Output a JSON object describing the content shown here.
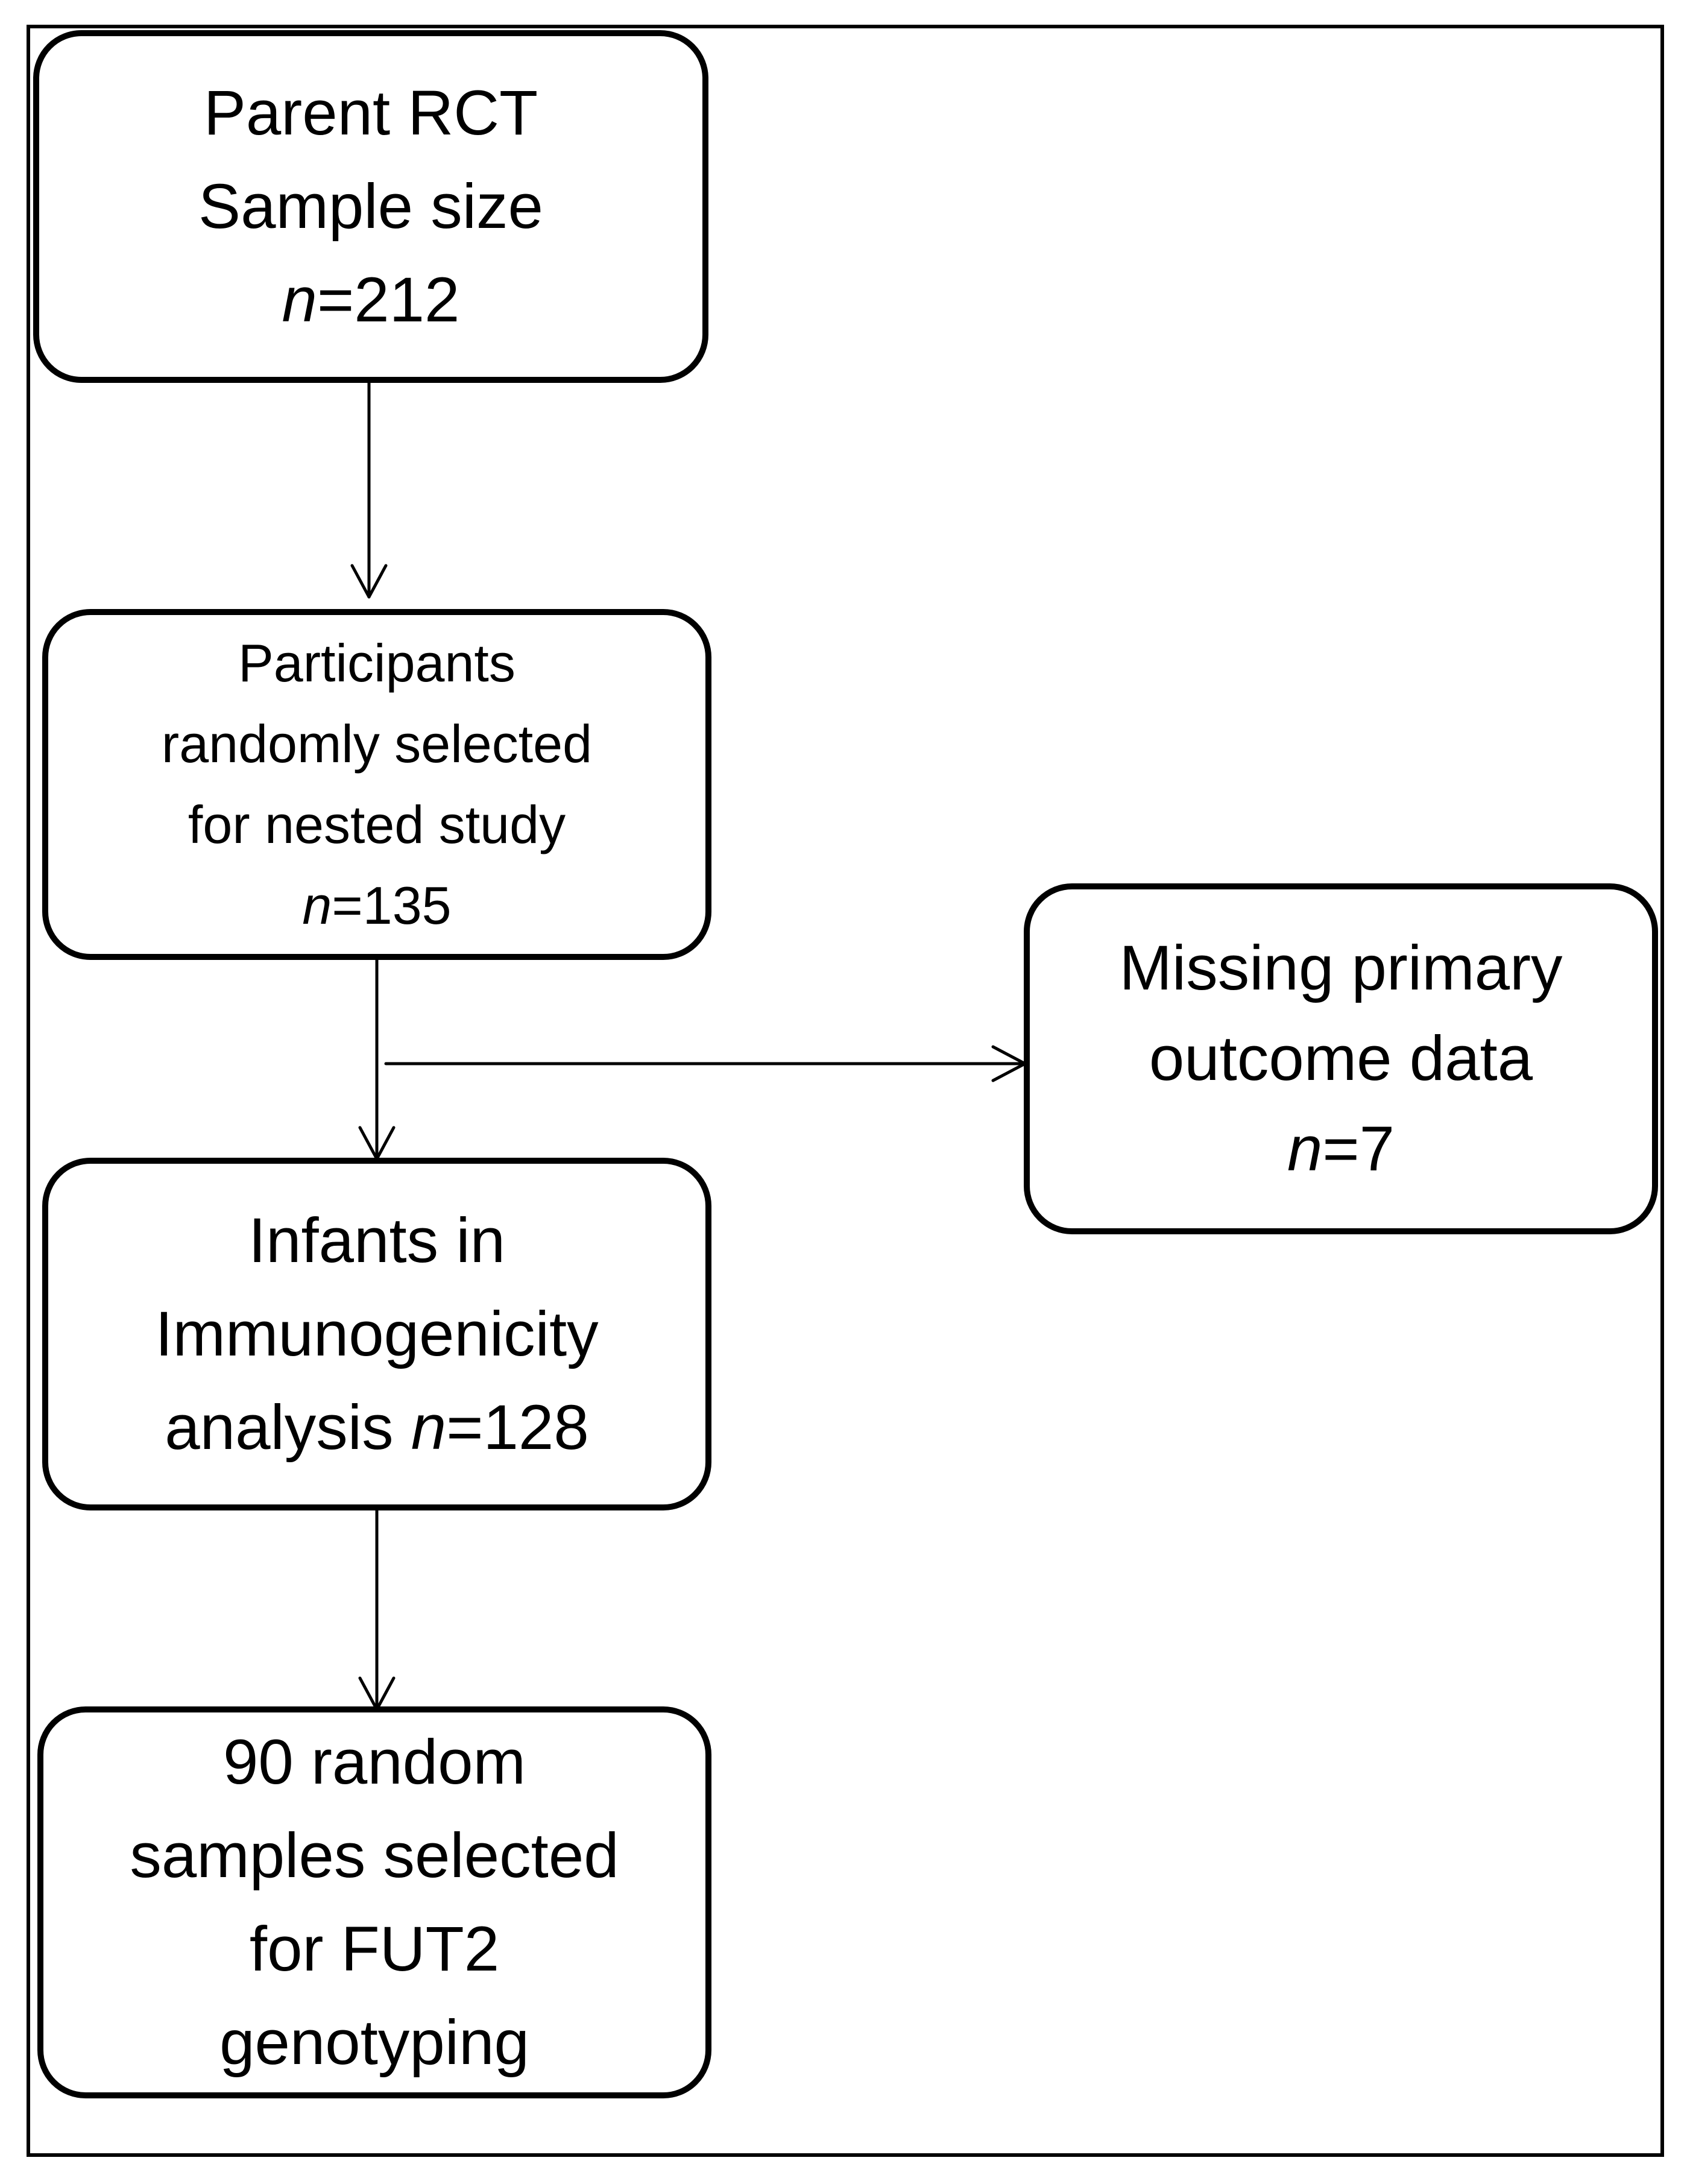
{
  "diagram": {
    "parent_rct": {
      "line1": "Parent RCT",
      "line2": "Sample size",
      "n_symbol": "n",
      "n_value": "=212"
    },
    "nested_study": {
      "line1": "Participants",
      "line2": "randomly selected",
      "line3": "for nested study",
      "n_symbol": "n",
      "n_value": "=135"
    },
    "missing_data": {
      "line1": "Missing primary",
      "line2": "outcome data",
      "n_symbol": "n",
      "n_value": "=7"
    },
    "immunogenicity": {
      "line1": "Infants in",
      "line2": "Immunogenicity",
      "line3_prefix": "analysis ",
      "n_symbol": "n",
      "n_value": "=128"
    },
    "fut2": {
      "line1": "90 random",
      "line2": "samples selected",
      "line3": "for FUT2",
      "line4": "genotyping"
    },
    "colors": {
      "stroke": "#000000",
      "background": "#ffffff"
    }
  }
}
